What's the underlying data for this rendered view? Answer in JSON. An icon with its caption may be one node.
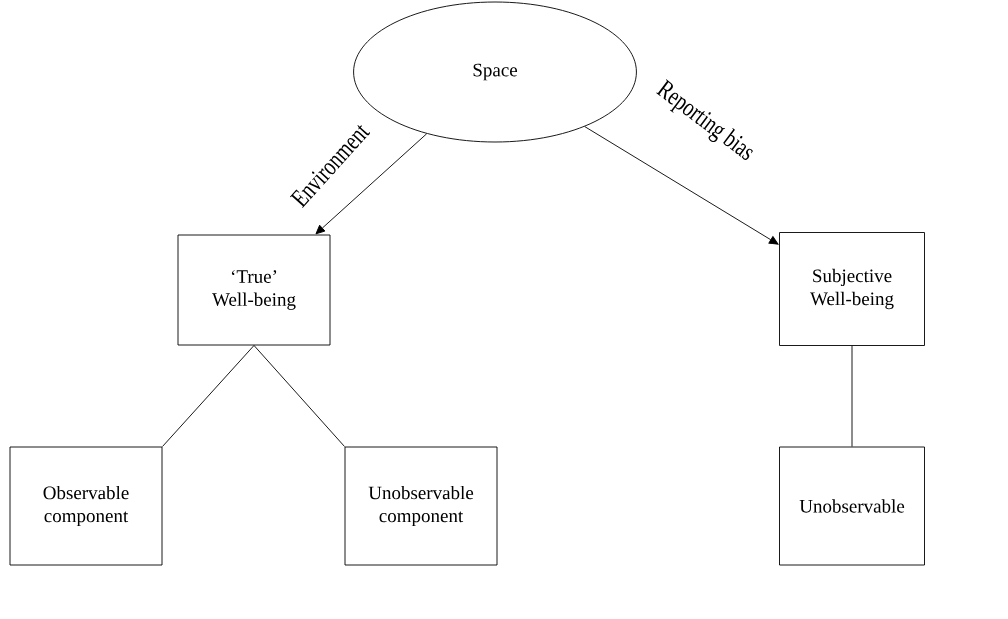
{
  "diagram": {
    "nodes": [
      {
        "text": [
          "Space"
        ]
      },
      {
        "text": [
          "‘True’ Well-being"
        ]
      },
      {
        "text": [
          "Subjective Well-being"
        ]
      },
      {
        "text": [
          "Observable component"
        ]
      },
      {
        "text": [
          "Unobservable component"
        ]
      },
      {
        "text": [
          "Unobservable"
        ]
      }
    ],
    "edges": [
      {
        "from": 0,
        "to": 1,
        "arrow": "to",
        "label": "Environment"
      },
      {
        "from": 0,
        "to": 2,
        "arrow": "to",
        "label": "Reporting bias"
      },
      {
        "from": 1,
        "to": 3,
        "arrow": "none"
      },
      {
        "from": 1,
        "to": 4,
        "arrow": "none"
      },
      {
        "from": 2,
        "to": 5,
        "arrow": "none"
      }
    ]
  }
}
